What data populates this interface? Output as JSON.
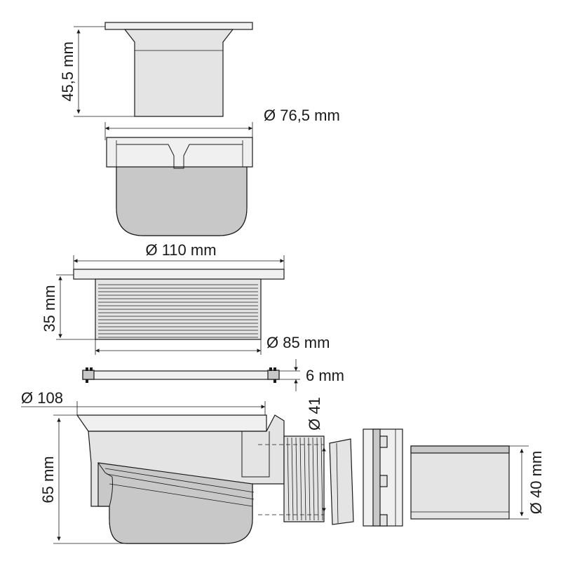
{
  "colors": {
    "stroke": "#1a1a1a",
    "fill_main": "#e4e4e4",
    "fill_light": "#f0f0f0",
    "fill_dark": "#c8c8c8",
    "background": "#ffffff"
  },
  "dimensions": {
    "grate_height": "45,5 mm",
    "grate_diameter": "Ø 76,5 mm",
    "flange_diameter": "Ø 110 mm",
    "body_height": "35 mm",
    "thread_diameter": "Ø 85 mm",
    "gasket_thickness": "6 mm",
    "trap_diameter": "Ø 108",
    "outlet_diameter": "Ø 41",
    "trap_height": "65 mm",
    "pipe_diameter": "Ø 40 mm"
  }
}
